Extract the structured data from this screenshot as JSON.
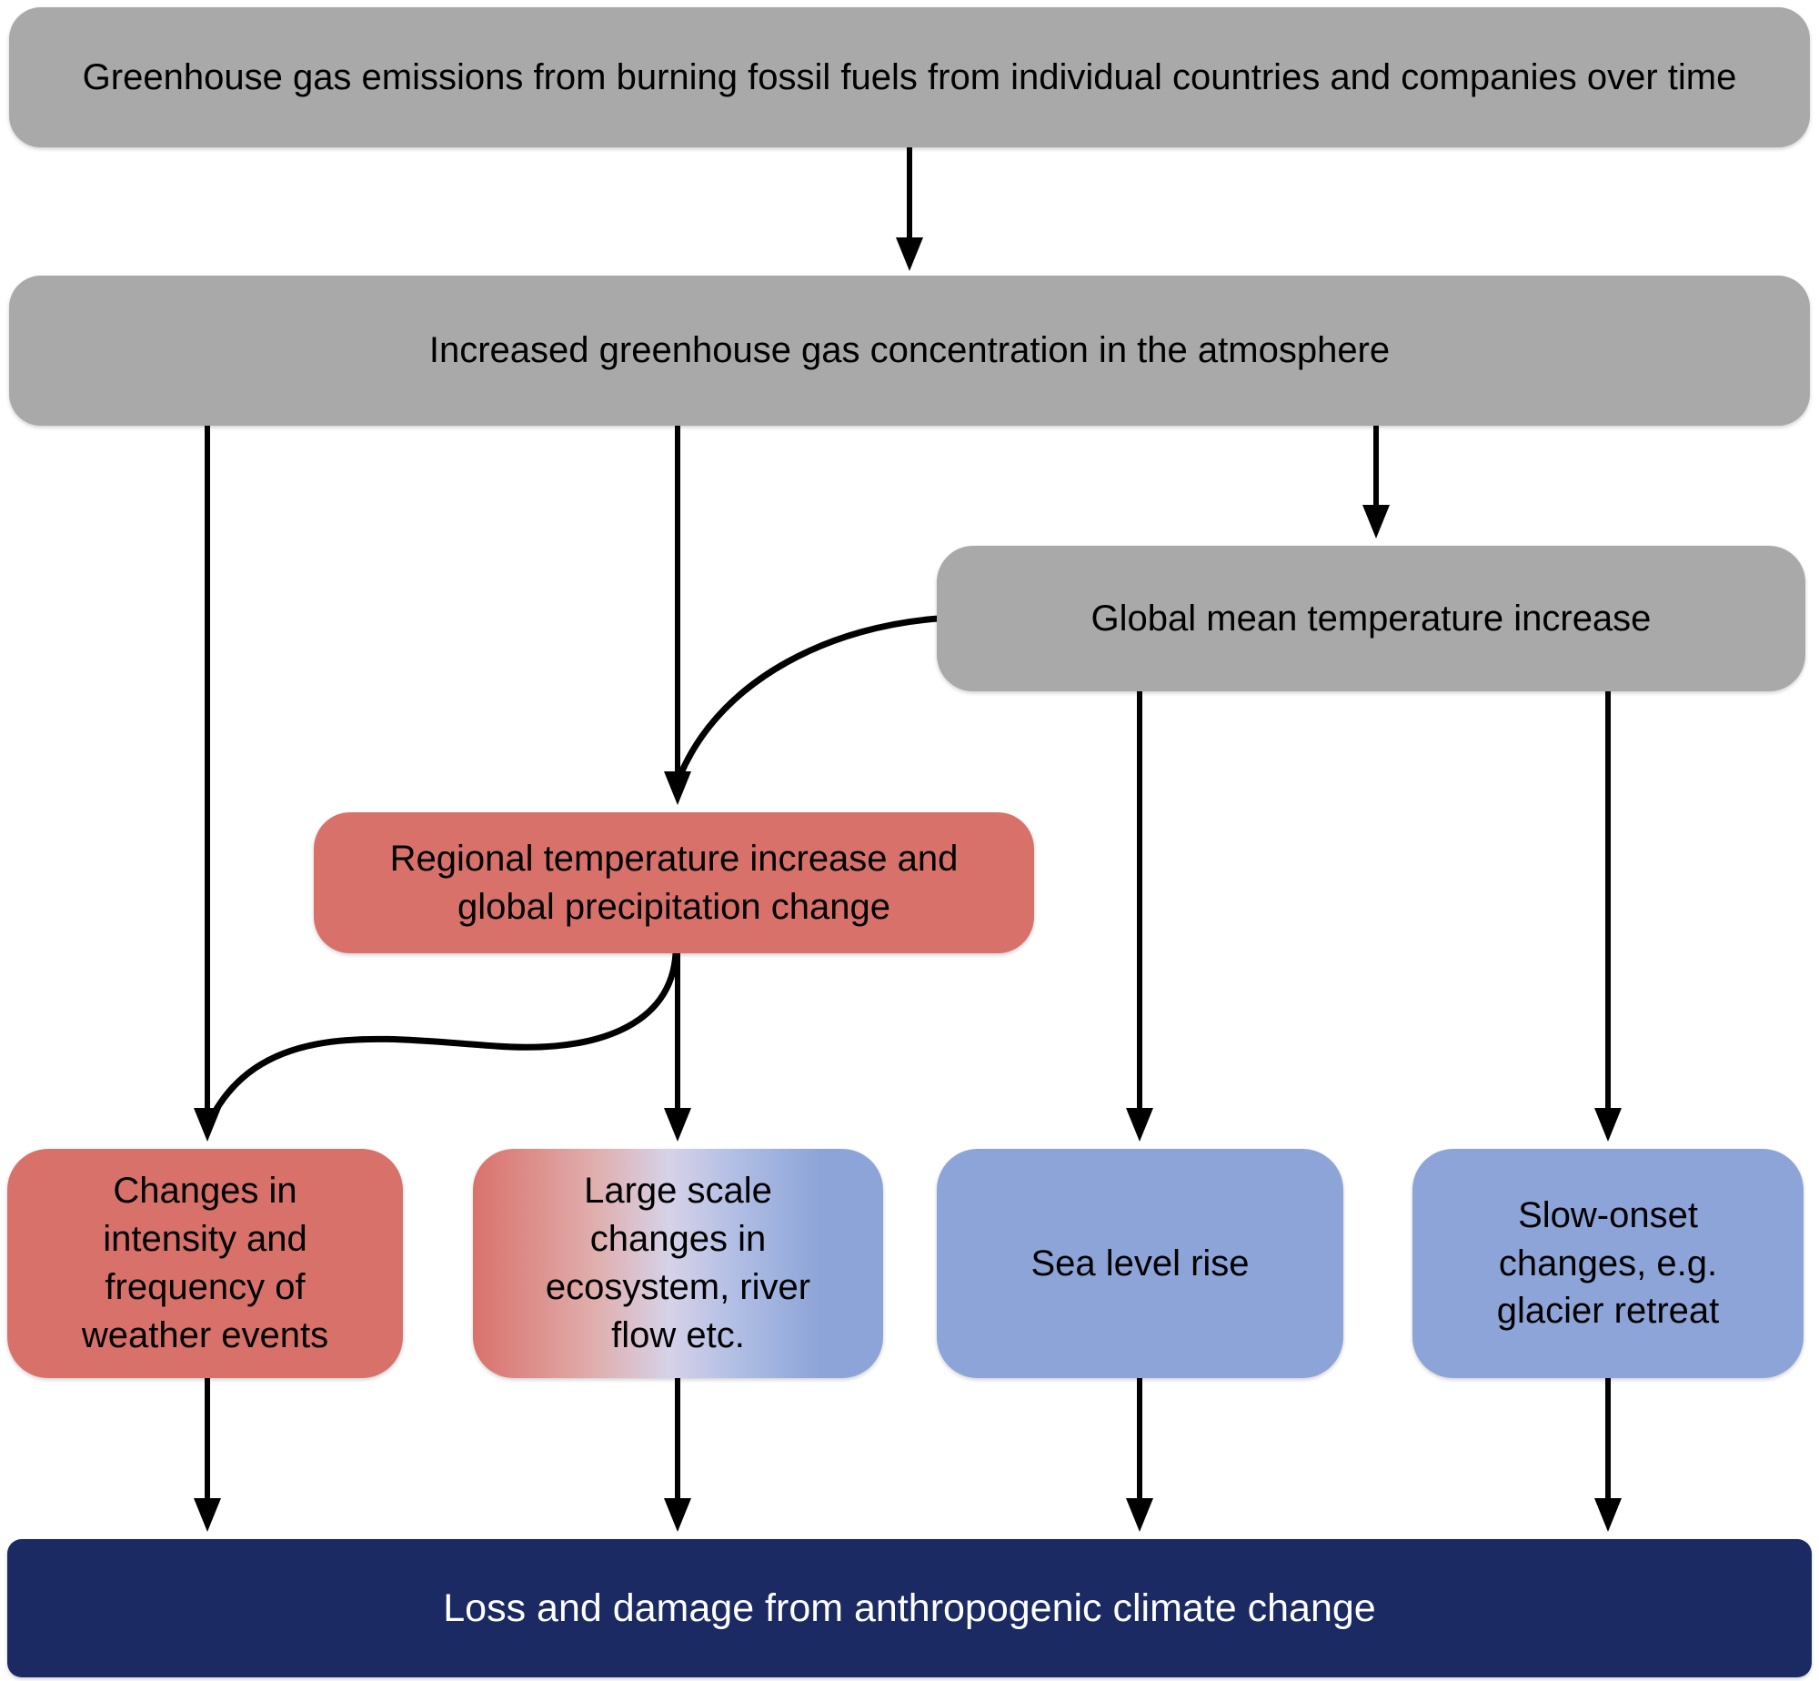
{
  "nodes": {
    "emissions": {
      "label": "Greenhouse gas emissions from burning fossil fuels from individual countries and companies over time"
    },
    "concentration": {
      "label": "Increased greenhouse gas concentration in the atmosphere"
    },
    "global_temp": {
      "label": "Global mean temperature increase"
    },
    "regional": {
      "label": "Regional temperature increase and global precipitation change"
    },
    "weather": {
      "label": "Changes in intensity and frequency of weather events"
    },
    "ecosystem": {
      "label": "Large scale changes in ecosystem, river flow etc."
    },
    "sea_level": {
      "label": "Sea level rise"
    },
    "slow_onset": {
      "label": "Slow-onset changes, e.g. glacier retreat"
    },
    "loss_damage": {
      "label": "Loss and damage from anthropogenic climate change"
    }
  },
  "edges": [
    {
      "from": "emissions",
      "to": "concentration",
      "style": "straight-arrow"
    },
    {
      "from": "concentration",
      "to": "weather",
      "style": "straight-arrow"
    },
    {
      "from": "concentration",
      "to": "regional",
      "style": "straight-arrow"
    },
    {
      "from": "concentration",
      "to": "global_temp",
      "style": "straight-arrow"
    },
    {
      "from": "global_temp",
      "to": "regional",
      "style": "curved"
    },
    {
      "from": "global_temp",
      "to": "sea_level",
      "style": "straight-arrow"
    },
    {
      "from": "global_temp",
      "to": "slow_onset",
      "style": "straight-arrow"
    },
    {
      "from": "regional",
      "to": "ecosystem",
      "style": "straight-arrow"
    },
    {
      "from": "regional",
      "to": "weather",
      "style": "curved"
    },
    {
      "from": "weather",
      "to": "loss_damage",
      "style": "straight-arrow"
    },
    {
      "from": "ecosystem",
      "to": "loss_damage",
      "style": "straight-arrow"
    },
    {
      "from": "sea_level",
      "to": "loss_damage",
      "style": "straight-arrow"
    },
    {
      "from": "slow_onset",
      "to": "loss_damage",
      "style": "straight-arrow"
    }
  ],
  "colors": {
    "gray": "#A9A9A9",
    "red": "#D9716B",
    "blue": "#8CA4D7",
    "navy": "#1B2A63",
    "gradient_pink": "#E0AFAE",
    "gradient_pale": "#D6D2E8",
    "gradient_periwinkle": "#AFBDE4",
    "arrow": "#000000",
    "text": "#000000",
    "text_light": "#FFFFFF"
  }
}
